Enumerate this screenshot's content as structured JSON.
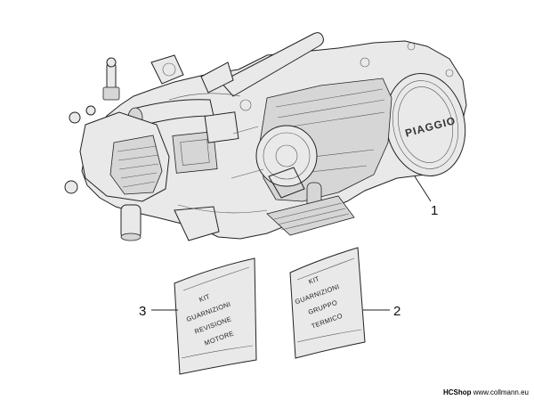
{
  "engine": {
    "brand": "PIAGGIO"
  },
  "callouts": [
    {
      "number": "1"
    },
    {
      "number": "2"
    },
    {
      "number": "3"
    }
  ],
  "kits": {
    "kit_2": [
      "KIT",
      "GUARNIZIONI",
      "GRUPPO",
      "TERMICO"
    ],
    "kit_3": [
      "KIT",
      "GUARNIZIONI",
      "REVISIONE",
      "MOTORE"
    ]
  },
  "footer": {
    "shop": "HCShop",
    "url": "www.collmann.eu"
  }
}
